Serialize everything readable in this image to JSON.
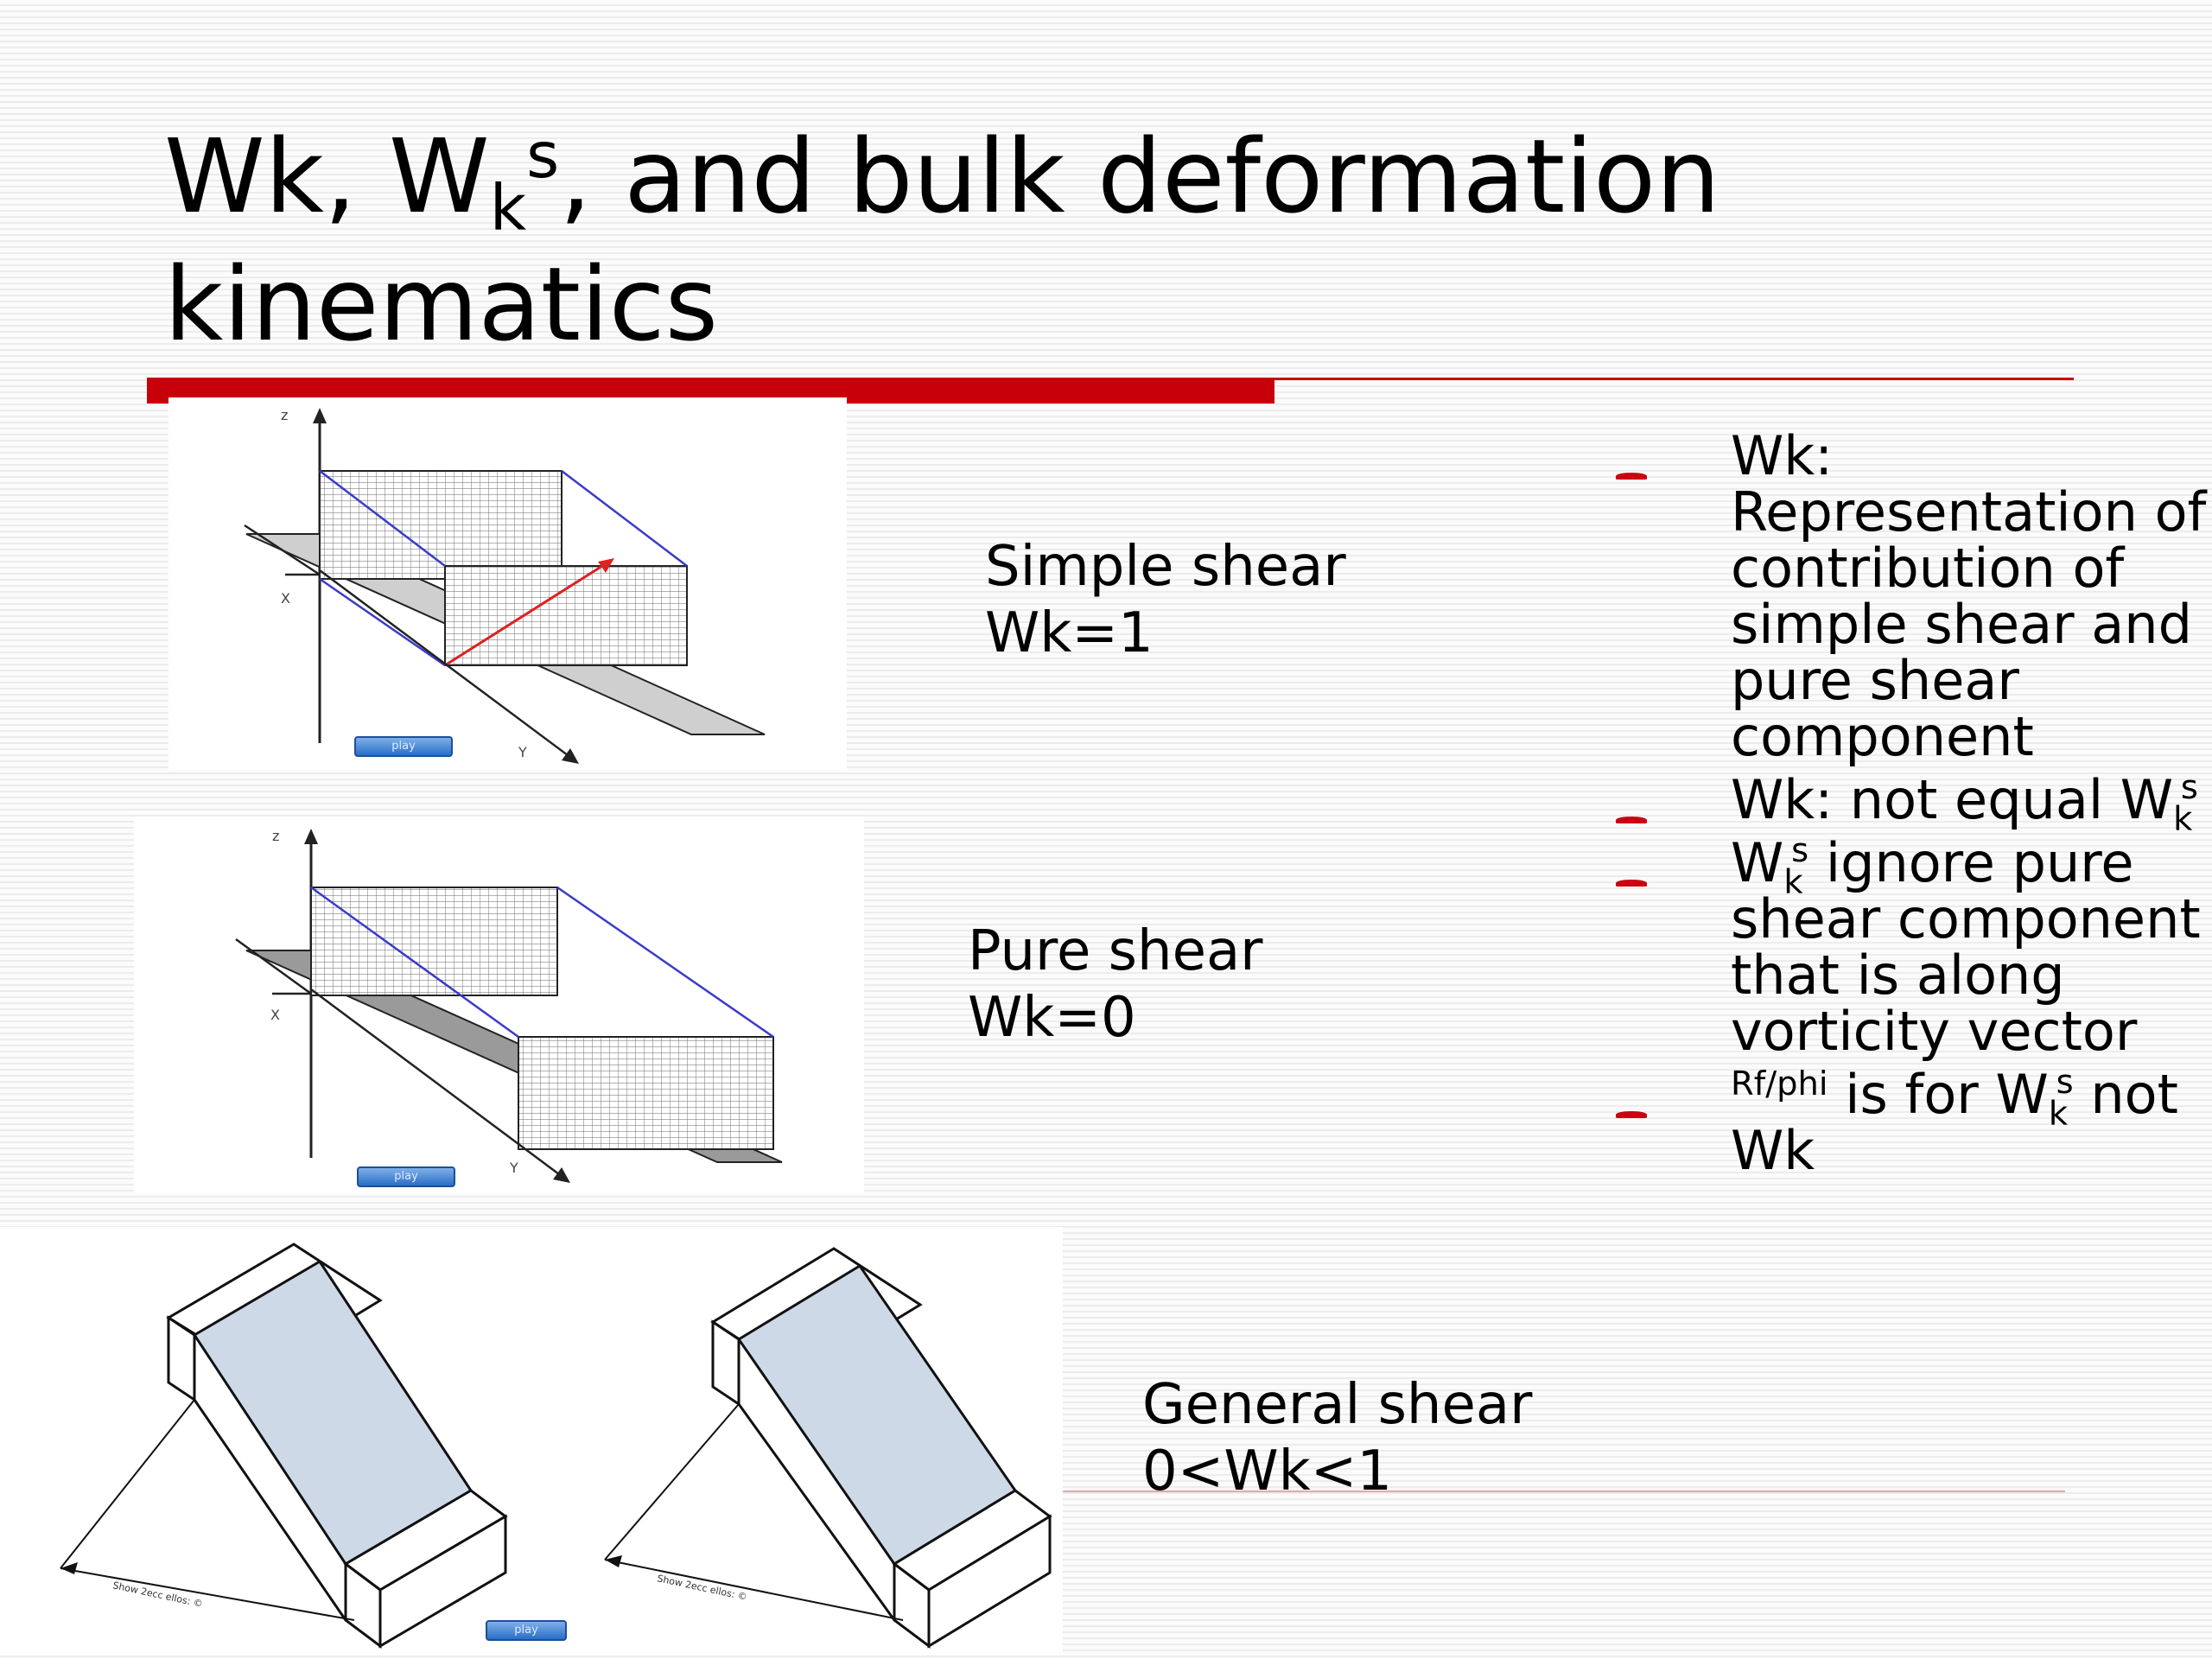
{
  "title": {
    "part1": "Wk, W",
    "sub": "k",
    "sup": "s",
    "part2": ", and bulk deformation kinematics"
  },
  "accent_color": "#c8000a",
  "diagrams": {
    "simple": {
      "play_label": "play",
      "axis_z": "z",
      "axis_x": "X",
      "axis_y": "Y"
    },
    "pure": {
      "play_label": "play",
      "axis_z": "z",
      "axis_x": "X",
      "axis_y": "Y"
    },
    "general": {
      "play_label": "play"
    }
  },
  "captions": {
    "simple": {
      "line1": "Simple shear",
      "line2": "Wk=1"
    },
    "pure": {
      "line1": "Pure shear",
      "line2": "Wk=0"
    },
    "general": {
      "line1": "General shear",
      "line2": "0<Wk<1"
    }
  },
  "bullets": {
    "b1": {
      "text": "Wk: Representation of contribution of simple shear and pure shear component"
    },
    "b2": {
      "text": "Wk: not equal W",
      "sub": "k",
      "sup": "s"
    },
    "b3": {
      "pre": "W",
      "sub": "k",
      "sup": "s",
      "text": " ignore pure shear component that is along vorticity vector"
    },
    "b4": {
      "small": "Rf/phi",
      "text": " is for W",
      "sub": "k",
      "sup": "s",
      "tail": " not Wk"
    }
  }
}
